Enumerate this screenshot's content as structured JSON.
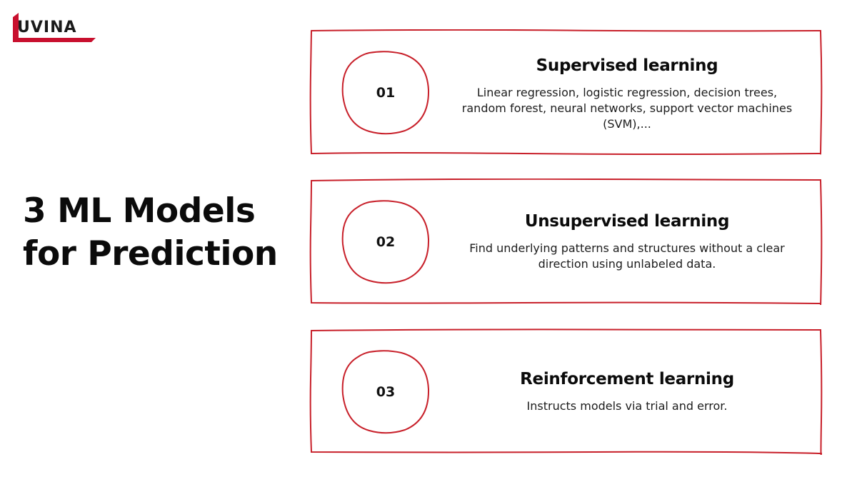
{
  "brand": {
    "logo_text": "UVINA",
    "accent_color": "#c8102e"
  },
  "page": {
    "title_line1": "3 ML Models",
    "title_line2": "for Prediction"
  },
  "cards": [
    {
      "number": "01",
      "title": "Supervised learning",
      "description": "Linear regression, logistic regression, decision trees, random forest, neural networks, support vector machines (SVM),..."
    },
    {
      "number": "02",
      "title": "Unsupervised learning",
      "description": "Find underlying patterns and structures without a clear direction using unlabeled data."
    },
    {
      "number": "03",
      "title": "Reinforcement learning",
      "description": "Instructs models via trial and error."
    }
  ],
  "colors": {
    "stroke": "#c8202a",
    "text": "#111111",
    "background": "#ffffff"
  }
}
